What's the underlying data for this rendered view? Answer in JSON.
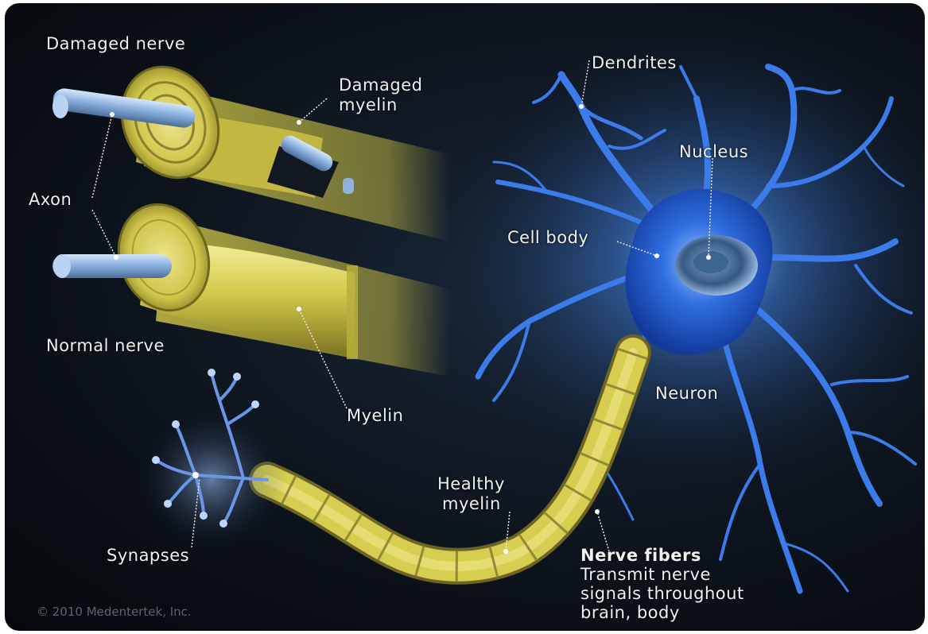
{
  "labels": {
    "damaged_nerve": "Damaged nerve",
    "damaged_myelin_1": "Damaged",
    "damaged_myelin_2": "myelin",
    "axon": "Axon",
    "normal_nerve": "Normal nerve",
    "myelin": "Myelin",
    "dendrites": "Dendrites",
    "nucleus": "Nucleus",
    "cell_body": "Cell body",
    "neuron": "Neuron",
    "synapses": "Synapses",
    "healthy_myelin_1": "Healthy",
    "healthy_myelin_2": "myelin",
    "nerve_fibers_title": "Nerve fibers",
    "nerve_fibers_desc_1": "Transmit nerve",
    "nerve_fibers_desc_2": "signals throughout",
    "nerve_fibers_desc_3": "brain, body"
  },
  "copyright": "© 2010 Medentertek, Inc.",
  "colors": {
    "background": "#0a0f16",
    "myelin": "#d8d04a",
    "axon": "#8fb6e0",
    "neuron": "#2a6bd8",
    "label_text": "#f0f0f0"
  }
}
